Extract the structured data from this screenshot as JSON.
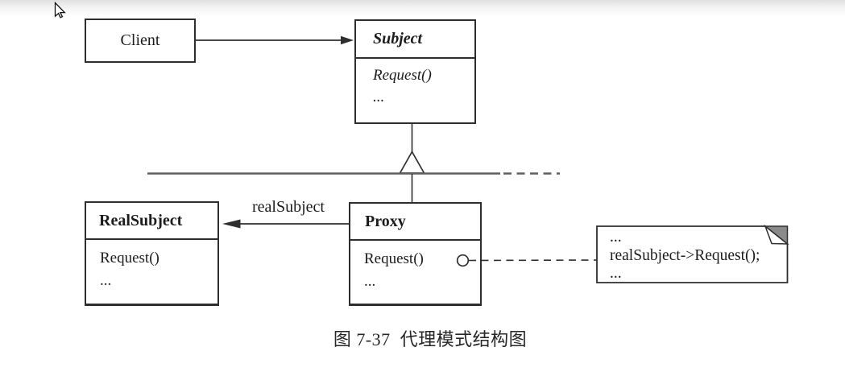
{
  "colors": {
    "line": "#2e2e2e",
    "bus_line": "#5f5f5f",
    "note_fold": "#8a8a8a",
    "text": "#1c1c1c",
    "background": "#ffffff"
  },
  "diagram": {
    "classes": {
      "client": {
        "name": "Client"
      },
      "subject": {
        "name": "Subject",
        "methods": [
          "Request()",
          "..."
        ]
      },
      "real_subject": {
        "name": "RealSubject",
        "methods": [
          "Request()",
          "..."
        ]
      },
      "proxy": {
        "name": "Proxy",
        "methods": [
          "Request()",
          "..."
        ]
      }
    },
    "labels": {
      "proxy_real_subject": "realSubject"
    },
    "note": {
      "lines": [
        "...",
        "realSubject->Request();",
        "..."
      ]
    },
    "caption": "图 7-37  代理模式结构图"
  },
  "icons": {
    "mouse_cursor": "arrow-pointer",
    "generalization_triangle": "hollow-triangle",
    "attachment_circle": "small-circle",
    "note_fold": "dog-ear"
  }
}
